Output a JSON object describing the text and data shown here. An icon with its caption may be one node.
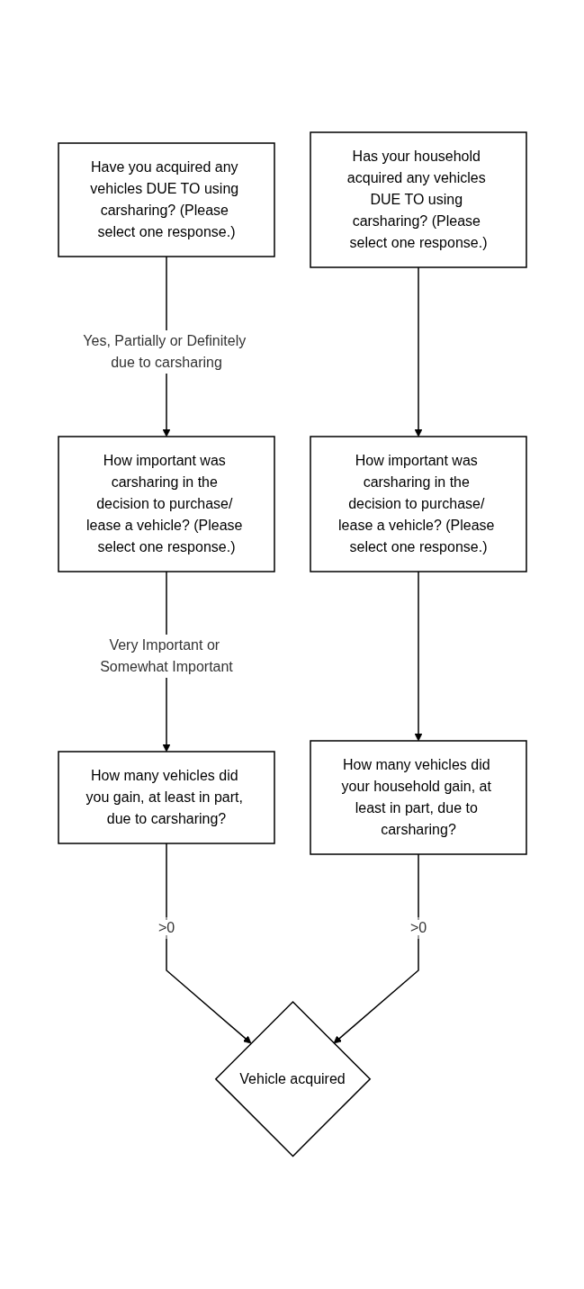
{
  "diagram": {
    "nodes": [
      {
        "text": [
          "Have you acquired any vehicles DUE TO using carsharing? (Please select one response.)"
        ]
      },
      {
        "text": [
          "Has your household acquired any vehicles DUE TO using carsharing? (Please select one response.)"
        ]
      },
      {
        "text": [
          "How important was carsharing in the decision to purchase/ lease a vehicle? (Please select one response.)"
        ]
      },
      {
        "text": [
          "How important was carsharing in the decision to purchase/ lease a vehicle? (Please select one response.)"
        ]
      },
      {
        "text": [
          "How many vehicles did you gain, at least in part, due to carsharing?"
        ]
      },
      {
        "text": [
          "How many vehicles did your household gain, at least in part, due to carsharing?"
        ]
      },
      {
        "text": [
          "Vehicle acquired"
        ]
      }
    ],
    "edges": [
      {
        "from": 0,
        "to": 2,
        "arrow": "to",
        "label": "Yes, Partially or Definitely due to carsharing"
      },
      {
        "from": 1,
        "to": 3,
        "arrow": "to"
      },
      {
        "from": 2,
        "to": 4,
        "arrow": "to",
        "label": "Very Important or Somewhat Important"
      },
      {
        "from": 3,
        "to": 5,
        "arrow": "to"
      },
      {
        "from": 4,
        "to": 6,
        "arrow": "to",
        "label": ">0"
      },
      {
        "from": 5,
        "to": 6,
        "arrow": "to",
        "label": ">0"
      }
    ]
  }
}
